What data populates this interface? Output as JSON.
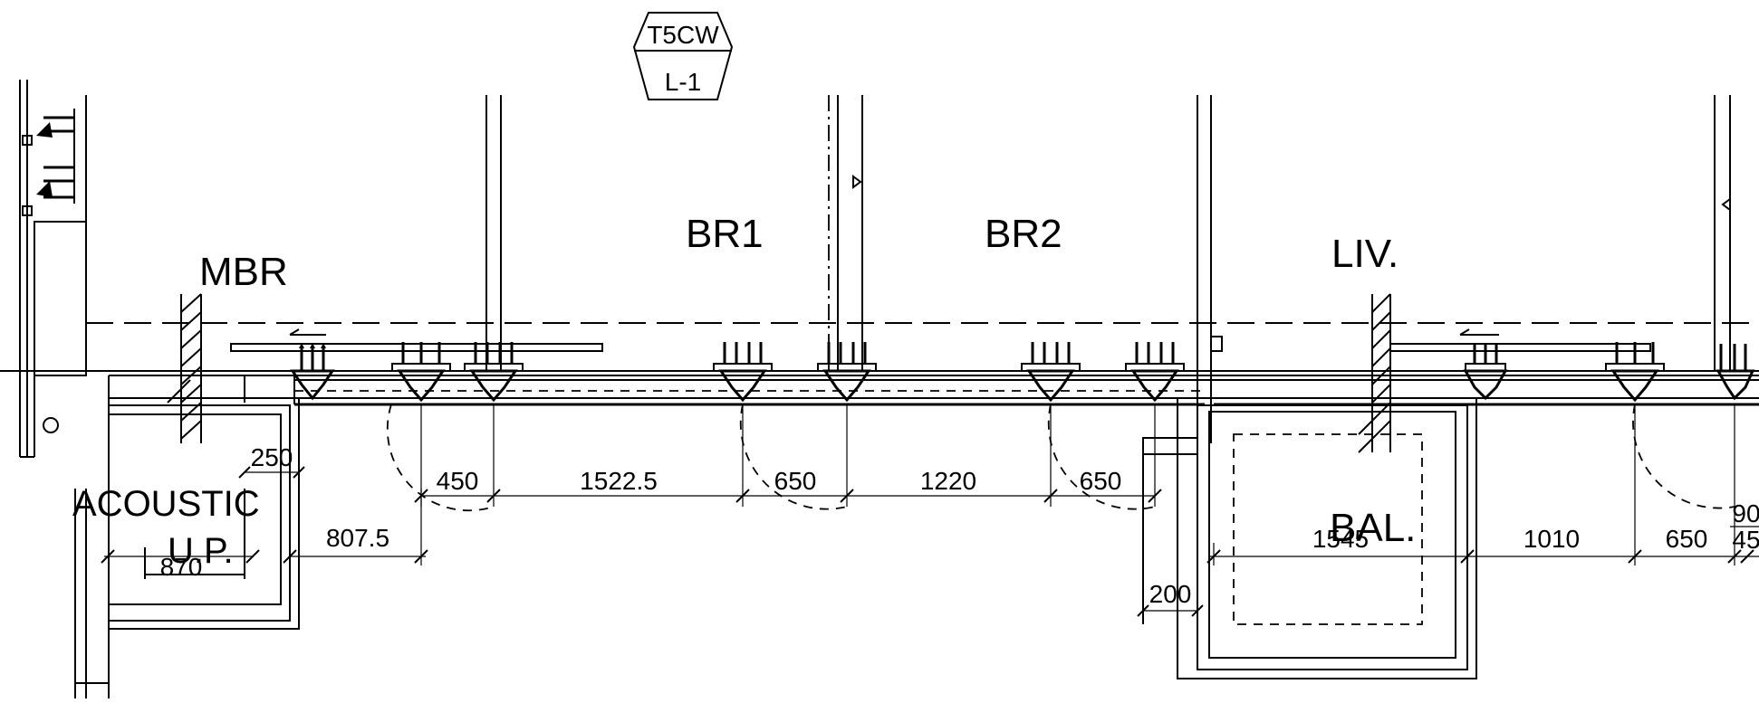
{
  "section_tag": {
    "top": "T5CW",
    "bottom": "L-1"
  },
  "rooms": {
    "mbr": "MBR",
    "br1": "BR1",
    "br2": "BR2",
    "liv": "LIV.",
    "bal": "BAL."
  },
  "labels": {
    "acoustic": "ACOUSTIC",
    "up": "U.P."
  },
  "dimensions": {
    "d250": "250",
    "d870": "870",
    "d807_5": "807.5",
    "d450": "450",
    "d1522_5": "1522.5",
    "d650a": "650",
    "d1220": "1220",
    "d650b": "650",
    "d200": "200",
    "d1545": "1545",
    "d1010": "1010",
    "d650c": "650",
    "d90": "90",
    "d45": "45"
  }
}
